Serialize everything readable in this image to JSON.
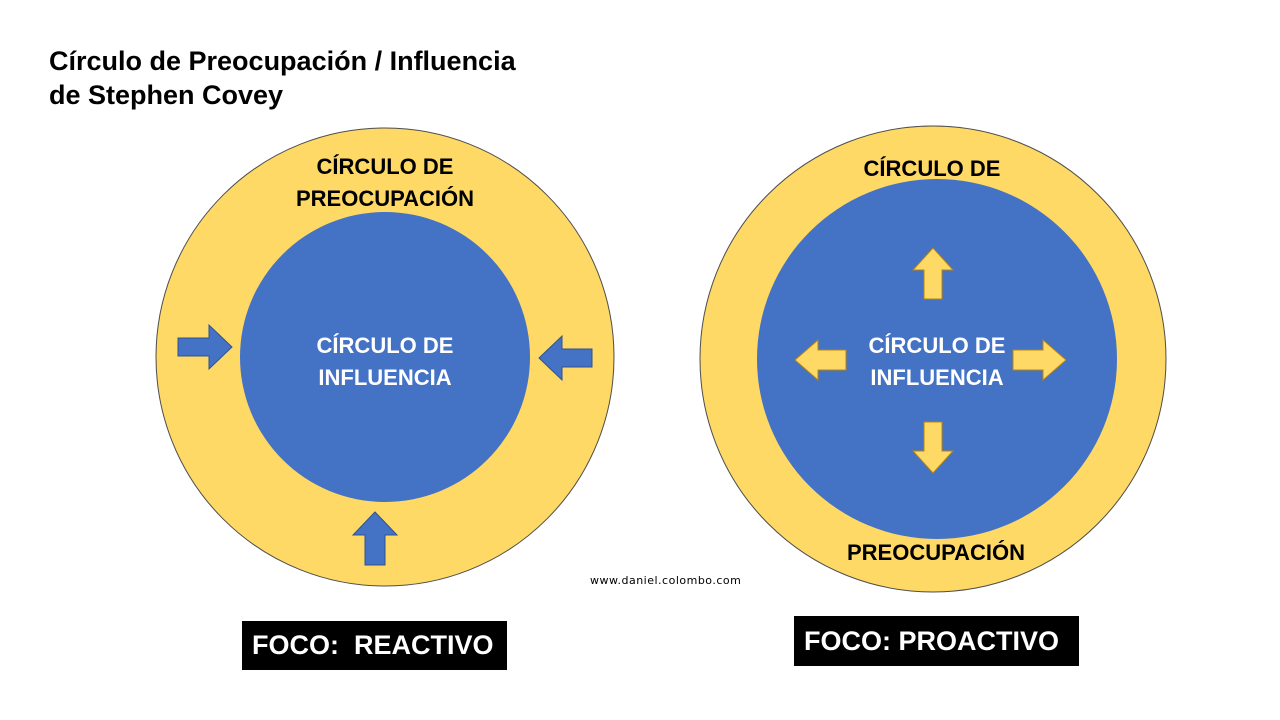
{
  "title": {
    "line1": "Círculo de Preocupación / Influencia",
    "line2": "de Stephen Covey"
  },
  "colors": {
    "outer_circle": "#FFD966",
    "inner_circle": "#4472C4",
    "outline": "#4d4d4d",
    "focus_box": "#000000"
  },
  "reactive": {
    "outer_label_line1": "CÍRCULO DE",
    "outer_label_line2": "PREOCUPACIÓN",
    "inner_label_line1": "CÍRCULO DE",
    "inner_label_line2": "INFLUENCIA",
    "arrow_direction": "inward",
    "arrow_color": "#4472C4",
    "focus": "FOCO:  REACTIVO"
  },
  "proactive": {
    "outer_label_top": "CÍRCULO DE",
    "outer_label_bottom": "PREOCUPACIÓN",
    "inner_label_line1": "CÍRCULO DE",
    "inner_label_line2": "INFLUENCIA",
    "arrow_direction": "outward",
    "arrow_color": "#FFD966",
    "focus": "FOCO: PROACTIVO"
  },
  "url": "www.daniel.colombo.com"
}
